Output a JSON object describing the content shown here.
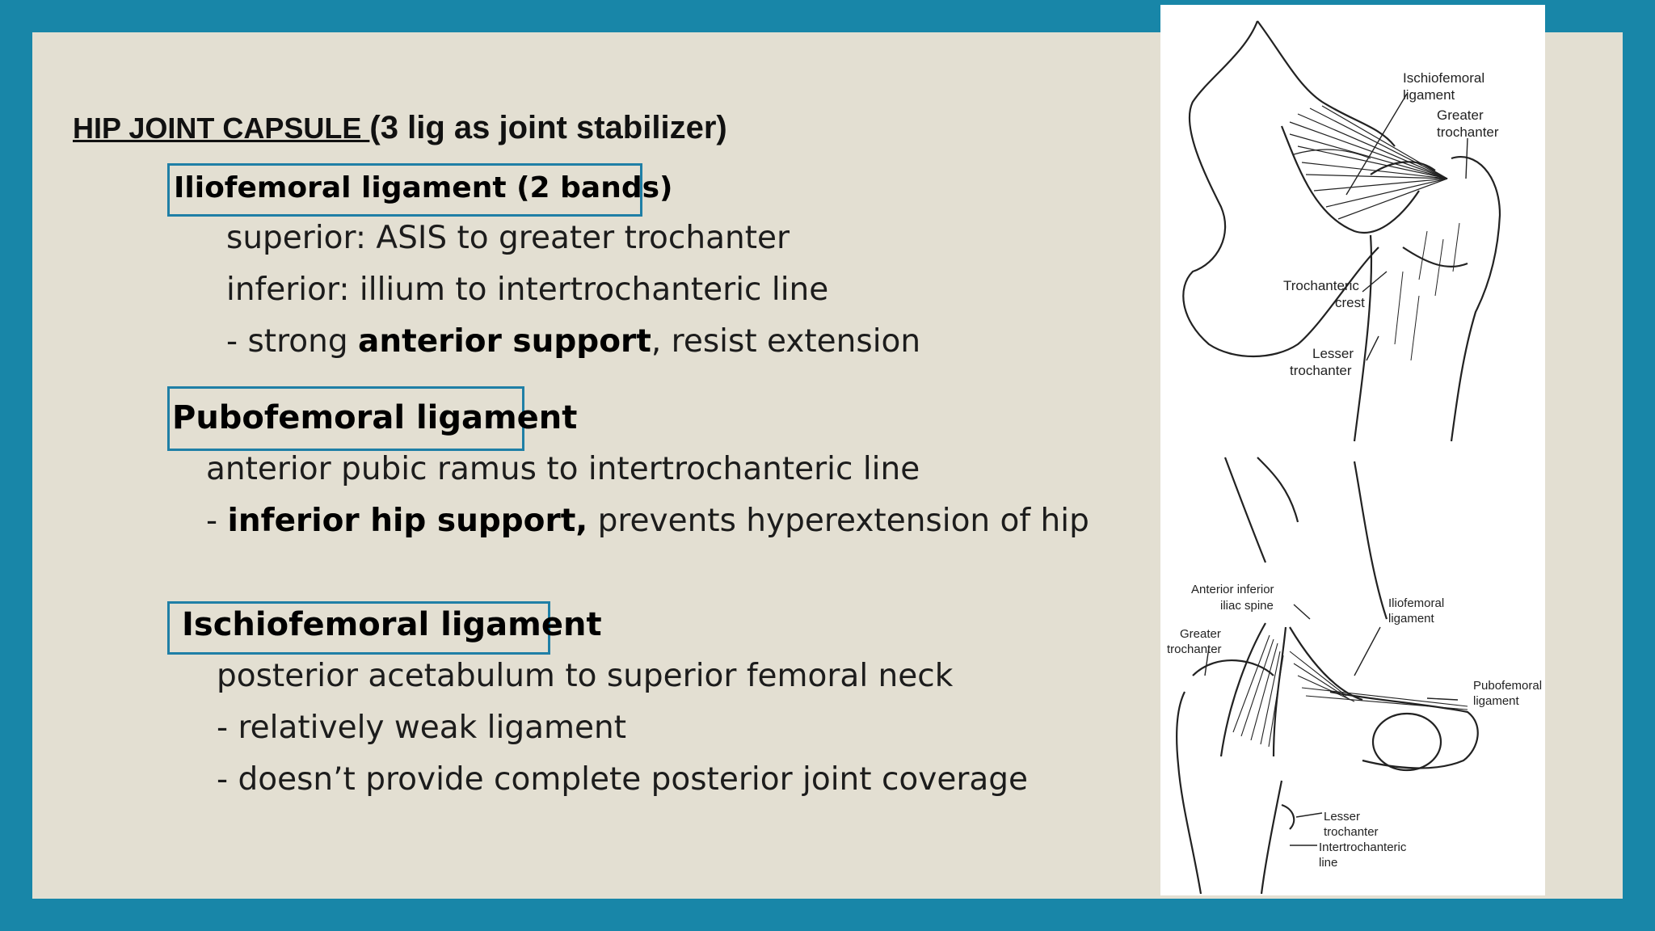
{
  "title": {
    "underlined": "HIP JOINT CAPSULE ",
    "rest": "(3 lig as joint stabilizer)"
  },
  "iliofemoral": {
    "heading": "Iliofemoral ligament  (2 bands)",
    "line1": "superior: ASIS to greater trochanter",
    "line2": "inferior: illium to intertrochanteric line",
    "line3_pre": "- strong ",
    "line3_bold": "anterior support",
    "line3_post": ", resist extension"
  },
  "pubofemoral": {
    "heading": "Pubofemoral ligament",
    "line1": "anterior pubic ramus to intertrochanteric line",
    "line2_pre": "- ",
    "line2_bold": "inferior hip support,",
    "line2_post": " prevents hyperextension of hip"
  },
  "ischiofemoral": {
    "heading": "Ischiofemoral ligament",
    "line1": "posterior acetabulum to superior femoral neck",
    "line2": "- relatively weak ligament",
    "line3": "- doesn’t provide complete posterior joint coverage"
  },
  "figure_top": {
    "label_ischiofemoral_1": "Ischiofemoral",
    "label_ischiofemoral_2": "ligament",
    "label_greater_1": "Greater",
    "label_greater_2": "trochanter",
    "label_crest_1": "Trochanteric",
    "label_crest_2": "crest",
    "label_lesser_1": "Lesser",
    "label_lesser_2": "trochanter"
  },
  "figure_bottom": {
    "label_aiis_1": "Anterior inferior",
    "label_aiis_2": "iliac spine",
    "label_greater_1": "Greater",
    "label_greater_2": "trochanter",
    "label_ilio_1": "Iliofemoral",
    "label_ilio_2": "ligament",
    "label_pubo_1": "Pubofemoral",
    "label_pubo_2": "ligament",
    "label_lesser_1": "Lesser",
    "label_lesser_2": "trochanter",
    "label_inter_1": "Intertrochanteric",
    "label_inter_2": "line"
  },
  "colors": {
    "frame": "#1886a8",
    "slide": "#e3dfd2",
    "box_border": "#1f7fa6"
  }
}
